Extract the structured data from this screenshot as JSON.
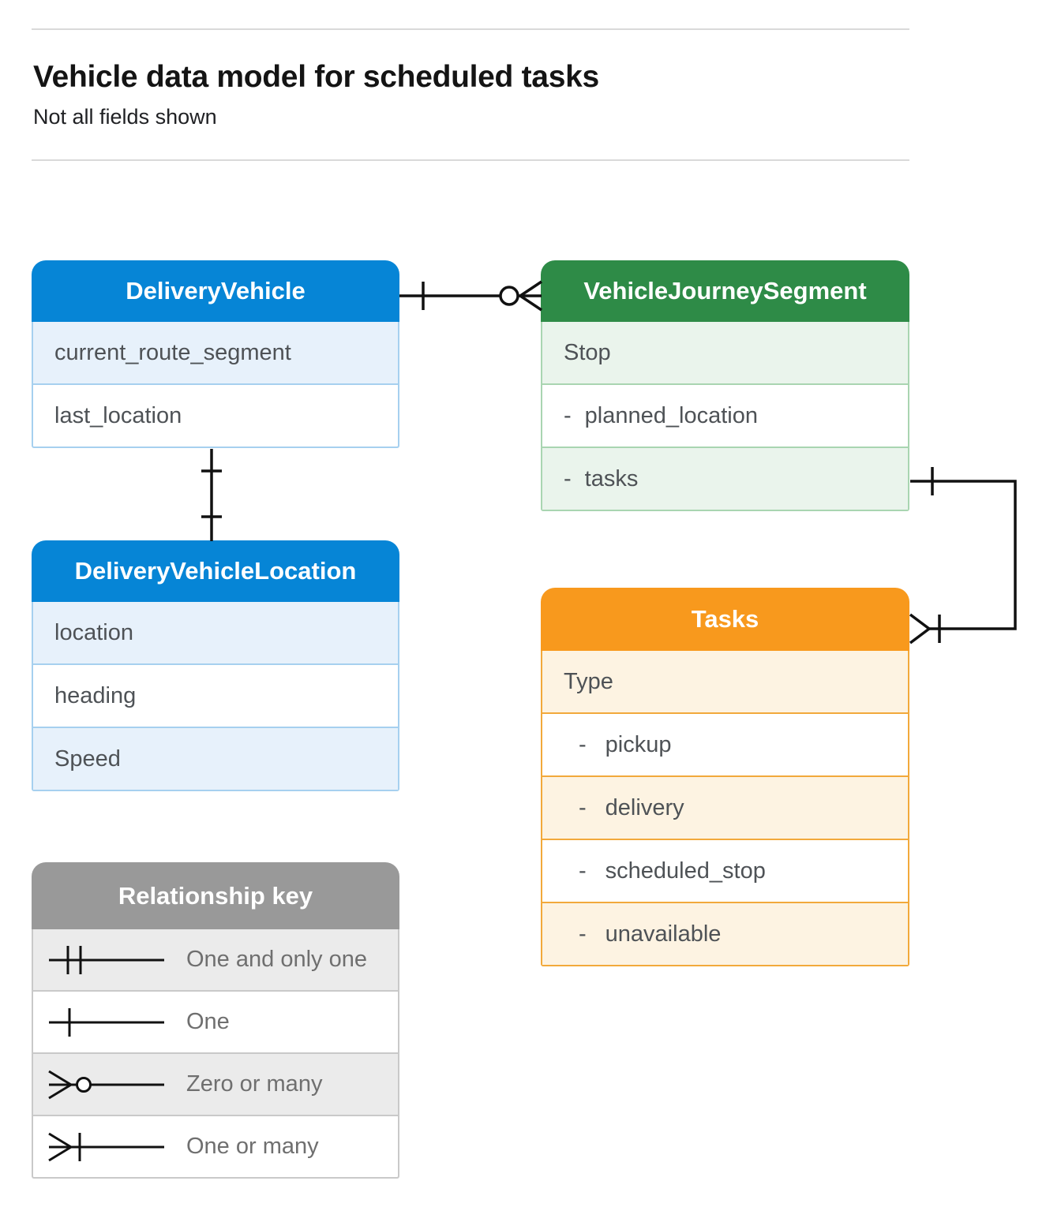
{
  "page": {
    "title": "Vehicle data model for scheduled tasks",
    "subtitle": "Not all fields shown"
  },
  "colors": {
    "blue": "#0685d6",
    "blue-light": "#e7f1fb",
    "blue-border": "#a6d0ef",
    "green": "#2e8b47",
    "green-light": "#eaf4ec",
    "green-border": "#a9d5b1",
    "orange": "#f8991d",
    "orange-light": "#fdf3e2",
    "orange-border": "#f2a93b",
    "gray": "#999999",
    "gray-light": "#ebebeb",
    "gray-border": "#c9c9c9",
    "row-text": "#4e5256",
    "legend-text": "#6f6f6f",
    "connector": "#111111",
    "rule": "#d9d9d9"
  },
  "entities": [
    {
      "id": "delivery-vehicle",
      "title": "DeliveryVehicle",
      "theme": "blue",
      "rows": [
        {
          "label": "current_route_segment"
        },
        {
          "label": "last_location"
        }
      ]
    },
    {
      "id": "vehicle-journey-segment",
      "title": "VehicleJourneySegment",
      "theme": "green",
      "rows": [
        {
          "label": "Stop"
        },
        {
          "dash": "-",
          "label": "planned_location"
        },
        {
          "dash": "-",
          "label": "tasks"
        }
      ]
    },
    {
      "id": "delivery-vehicle-location",
      "title": "DeliveryVehicleLocation",
      "theme": "blue",
      "rows": [
        {
          "label": "location"
        },
        {
          "label": "heading"
        },
        {
          "label": "Speed"
        }
      ]
    },
    {
      "id": "tasks",
      "title": "Tasks",
      "theme": "orange",
      "rows": [
        {
          "label": "Type"
        },
        {
          "dash": "-",
          "label": "pickup"
        },
        {
          "dash": "-",
          "label": "delivery"
        },
        {
          "dash": "-",
          "label": "scheduled_stop"
        },
        {
          "dash": "-",
          "label": "unavailable"
        }
      ]
    }
  ],
  "relationships": [
    {
      "from": "DeliveryVehicle",
      "from_end": "one",
      "to": "VehicleJourneySegment",
      "to_end": "zero-or-many"
    },
    {
      "from": "DeliveryVehicle",
      "from_end": "one",
      "to": "DeliveryVehicleLocation",
      "to_end": "one"
    },
    {
      "from": "VehicleJourneySegment.tasks",
      "from_end": "one",
      "to": "Tasks",
      "to_end": "one-or-many"
    }
  ],
  "legend": {
    "title": "Relationship key",
    "items": [
      {
        "symbol": "one-and-only-one",
        "label": "One and only one"
      },
      {
        "symbol": "one",
        "label": "One"
      },
      {
        "symbol": "zero-or-many",
        "label": "Zero or many"
      },
      {
        "symbol": "one-or-many",
        "label": "One or many"
      }
    ]
  }
}
